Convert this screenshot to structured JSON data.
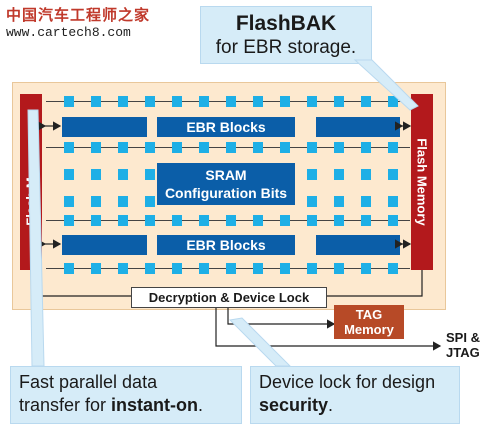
{
  "watermark": {
    "site_name": "中国汽车工程师之家",
    "url": "www.cartech8.com"
  },
  "callouts": {
    "flashbak_title": "FlashBAK",
    "flashbak_subtitle": "for EBR storage.",
    "fast_line1": "Fast parallel data",
    "fast_line2_pre": "transfer for ",
    "fast_line2_bold": "instant-on",
    "fast_line2_post": ".",
    "lock_line1": "Device lock for design",
    "lock_line2_bold": "security",
    "lock_line2_post": "."
  },
  "chip": {
    "flash_left": "Flash Memory",
    "flash_right": "Flash Memory",
    "ebr_top": "EBR Blocks",
    "ebr_bottom": "EBR Blocks",
    "sram_line1": "SRAM",
    "sram_line2": "Configuration Bits",
    "decryption": "Decryption & Device Lock",
    "tag_line1": "TAG",
    "tag_line2": "Memory"
  },
  "io": {
    "spi_line1": "SPI &",
    "spi_line2": "JTAG"
  },
  "colors": {
    "chip_background": "#fde9cf",
    "flash_memory": "#b3191c",
    "ebr_sram": "#0b5ea8",
    "cells": "#1eafe6",
    "tag_memory": "#b74a27",
    "callout": "#d6ecf8"
  }
}
